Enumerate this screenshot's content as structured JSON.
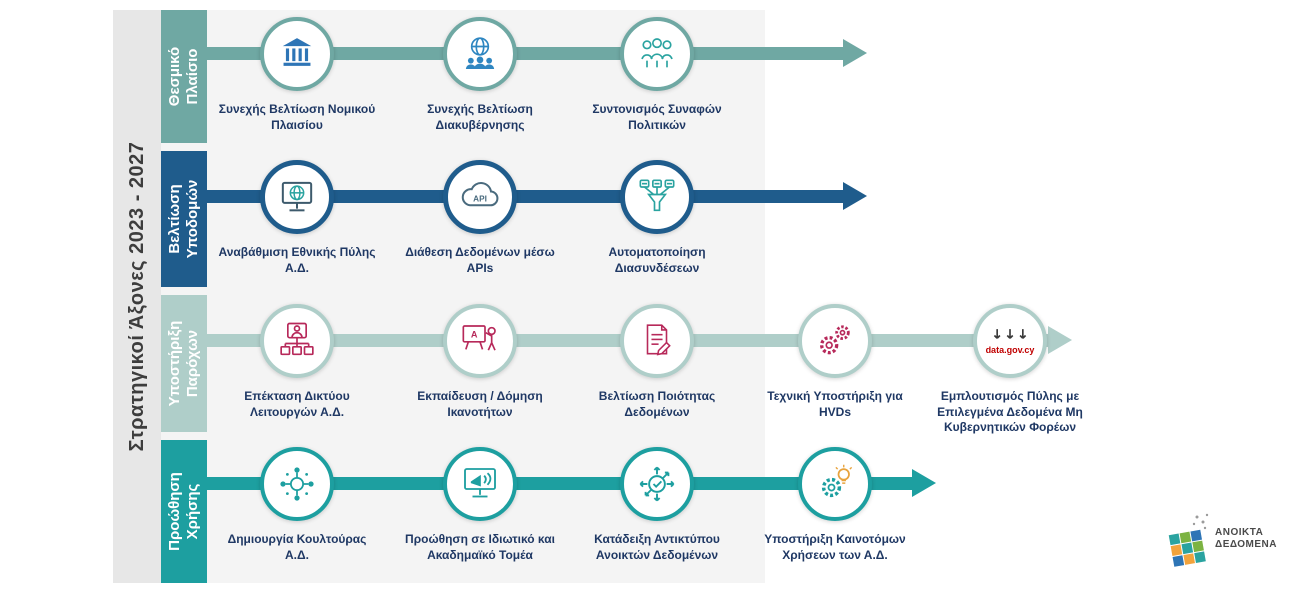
{
  "palette": {
    "axis1": "#6FA8A3",
    "axis2": "#1F5C8C",
    "axis3": "#AFCEC9",
    "axis4": "#1D9FA0",
    "label_text": "#1F3864",
    "band_text": "#FFFFFF"
  },
  "sidebar": {
    "label": "Στρατηγικοί Άξονες  2023 - 2027"
  },
  "rows": [
    {
      "band_label": "Θεσμικό\nΠλαίσιο",
      "items": [
        {
          "icon": "bank-icon",
          "label": "Συνεχής Βελτίωση Νομικού Πλαισίου"
        },
        {
          "icon": "globe-users-icon",
          "label": "Συνεχής Βελτίωση Διακυβέρνησης"
        },
        {
          "icon": "people-icon",
          "label": "Συντονισμός Συναφών Πολιτικών"
        }
      ]
    },
    {
      "band_label": "Βελτίωση\nΥποδομών",
      "items": [
        {
          "icon": "monitor-globe-icon",
          "label": "Αναβάθμιση Εθνικής Πύλης Α.Δ."
        },
        {
          "icon": "api-cloud-icon",
          "icon_text": "API",
          "label": "Διάθεση Δεδομένων μέσω APIs"
        },
        {
          "icon": "data-funnel-icon",
          "label": "Αυτοματοποίηση Διασυνδέσεων"
        }
      ]
    },
    {
      "band_label": "Υποστήριξη\nΠαρόχων",
      "items": [
        {
          "icon": "orgchart-person-icon",
          "label": "Επέκταση Δικτύου Λειτουργών Α.Δ."
        },
        {
          "icon": "training-icon",
          "icon_text": "A",
          "label": "Εκπαίδευση / Δόμηση Ικανοτήτων"
        },
        {
          "icon": "document-edit-icon",
          "label": "Βελτίωση Ποιότητας Δεδομένων"
        },
        {
          "icon": "gears-icon",
          "label": "Τεχνική Υποστήριξη για HVDs"
        },
        {
          "icon": "datagov-arrows-icon",
          "icon_text": "data.gov.cy",
          "label": "Εμπλουτισμός Πύλης με Επιλεγμένα Δεδομένα Μη Κυβερνητικών Φορέων"
        }
      ]
    },
    {
      "band_label": "Προώθηση\nΧρήσης",
      "items": [
        {
          "icon": "network-people-icon",
          "label": "Δημιουργία Κουλτούρας Α.Δ."
        },
        {
          "icon": "megaphone-screen-icon",
          "label": "Προώθηση σε Ιδιωτικό και Ακαδημαϊκό Τομέα"
        },
        {
          "icon": "impact-check-icon",
          "label": "Κατάδειξη Αντικτύπου Ανοικτών Δεδομένων"
        },
        {
          "icon": "gear-bulb-icon",
          "label": "Υποστήριξη Καινοτόμων Χρήσεων των Α.Δ."
        }
      ]
    }
  ],
  "logo": {
    "line1": "ΑΝΟΙΚΤΑ",
    "line2": "ΔΕΔΟΜΕΝΑ"
  }
}
